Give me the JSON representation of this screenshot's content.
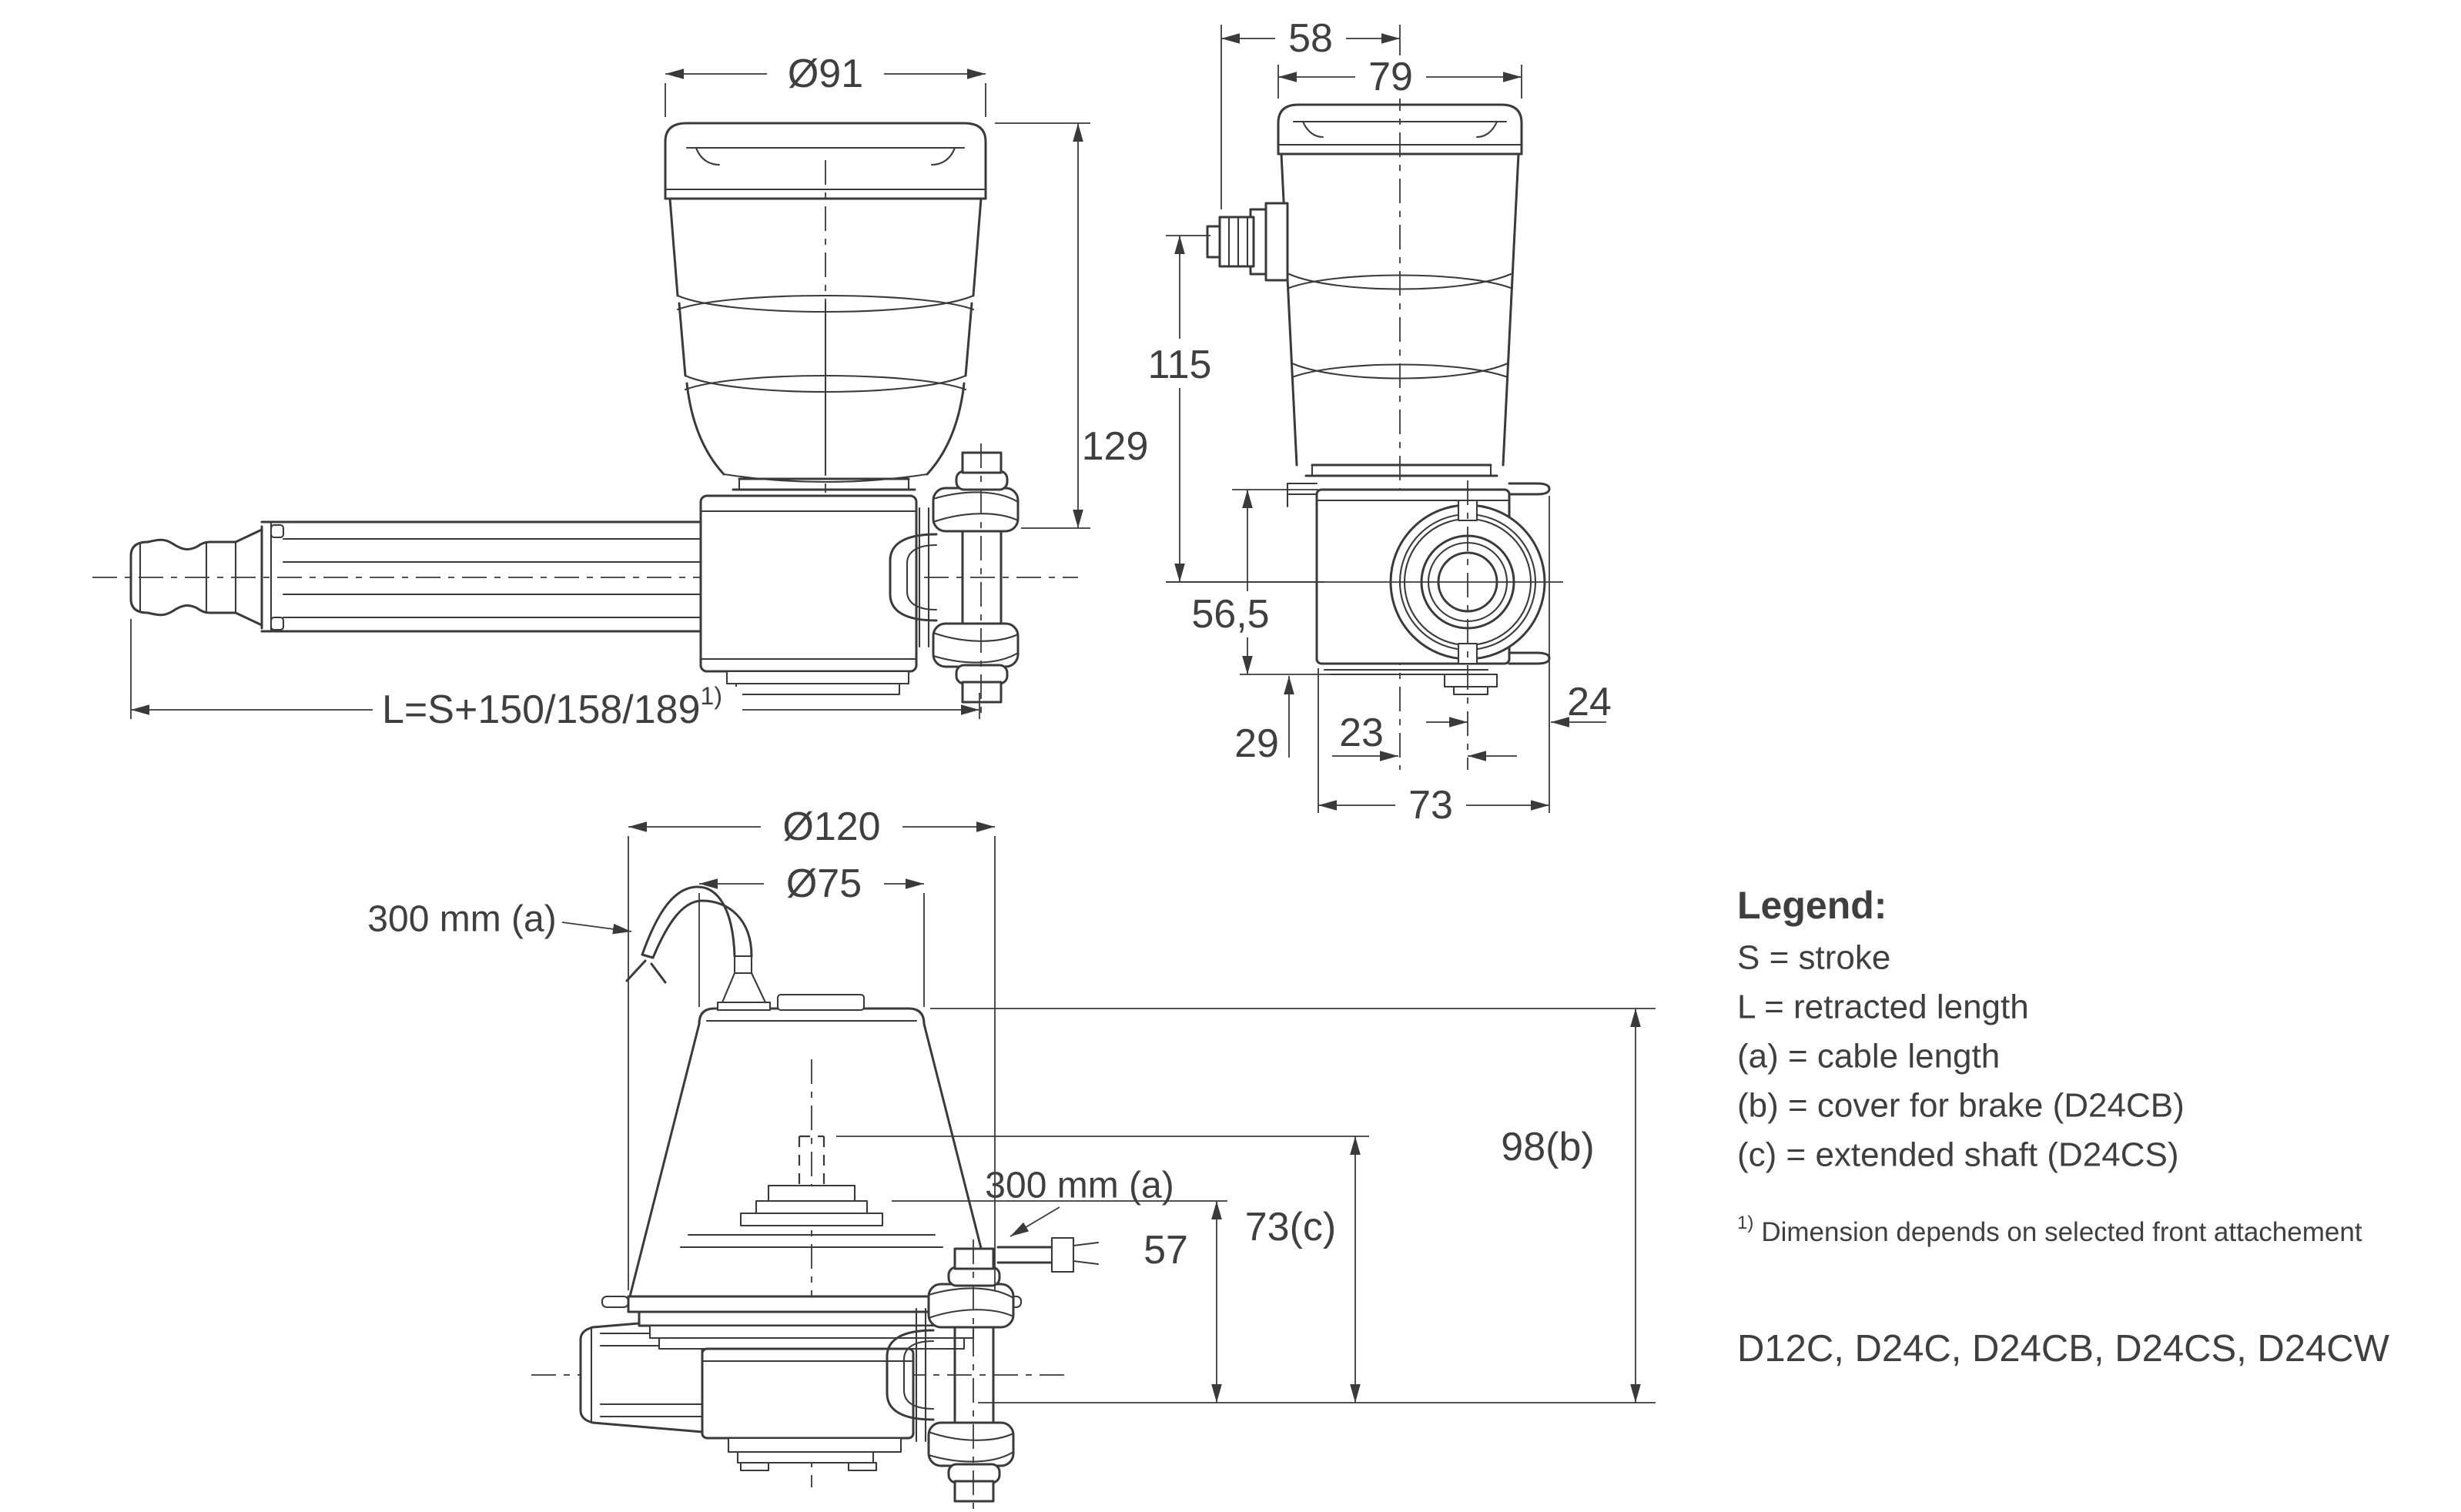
{
  "drawing": {
    "side_view": {
      "dia": "Ø91",
      "height": "129",
      "length": "L=S+150/158/189",
      "length_sup": "1)"
    },
    "front_view": {
      "d58": "58",
      "d79": "79",
      "d115": "115",
      "d565": "56,5",
      "d29": "29",
      "d23": "23",
      "d24": "24",
      "d73": "73"
    },
    "rear_view": {
      "d120": "Ø120",
      "d75": "Ø75",
      "cable": "300 mm (a)",
      "cable2": "300 mm (a)",
      "d57": "57",
      "d73c": "73(c)",
      "d98b": "98(b)"
    }
  },
  "legend": {
    "title": "Legend:",
    "items": [
      "S = stroke",
      "L = retracted length",
      "(a) = cable length",
      "(b) = cover for brake (D24CB)",
      "(c) = extended shaft (D24CS)"
    ],
    "footnote_sup": "1)",
    "footnote": "Dimension depends on selected front attachement",
    "models": "D12C, D24C, D24CB, D24CS, D24CW"
  },
  "colors": {
    "ink": "#3a3a3a",
    "text": "#3f3f3f",
    "background": "#ffffff"
  }
}
